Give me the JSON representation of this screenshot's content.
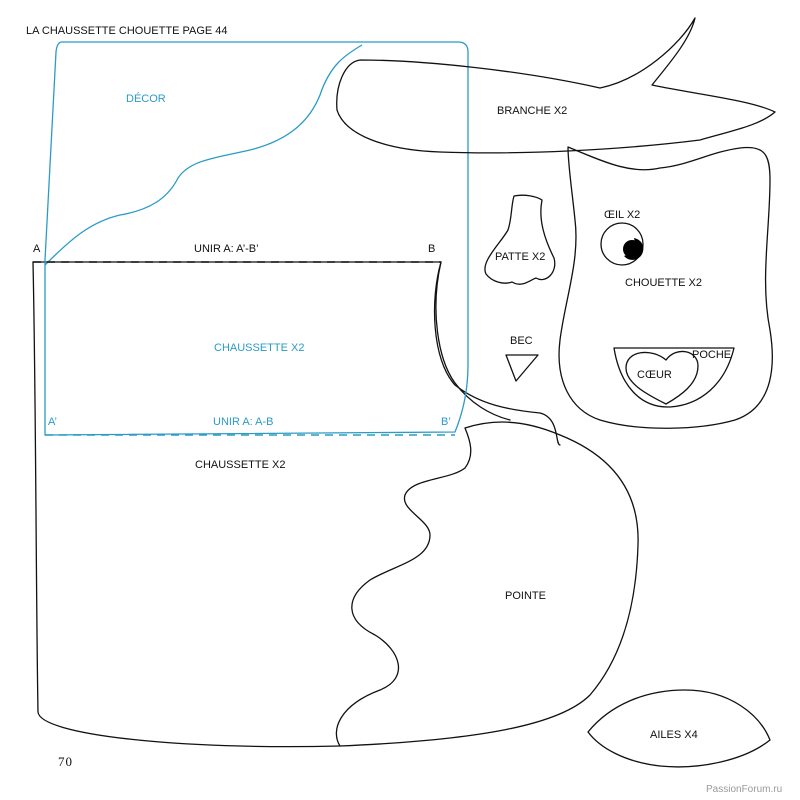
{
  "page": {
    "title": "LA CHAUSSETTE CHOUETTE PAGE 44",
    "page_number": "70",
    "watermark": "PassionForum.ru"
  },
  "colors": {
    "outline": "#111111",
    "accent_blue": "#2b9bc6",
    "eye_fill": "#000000",
    "watermark": "#9a9a9a"
  },
  "pieces": {
    "decor": "DÉCOR",
    "branche": "BRANCHE X2",
    "oeil": "ŒIL X2",
    "patte": "PATTE X2",
    "chouette": "CHOUETTE X2",
    "bec": "BEC",
    "poche": "POCHE",
    "coeur": "CŒUR",
    "chaussette_blue": "CHAUSSETTE X2",
    "chaussette_black": "CHAUSSETTE X2",
    "pointe": "POINTE",
    "ailes": "AILES X4"
  },
  "marks": {
    "a": "A",
    "b": "B",
    "a_prime": "A’",
    "b_prime": "B’",
    "unir_top": "UNIR A: A’-B’",
    "unir_bottom": "UNIR A: A-B"
  }
}
